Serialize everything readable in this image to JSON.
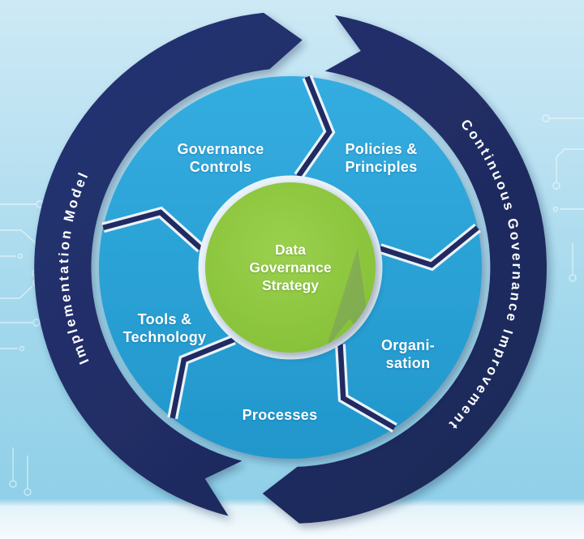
{
  "center_circle": {
    "label_lines": [
      "Data",
      "Governance",
      "Strategy"
    ]
  },
  "ring_segments": [
    {
      "id": "governance-controls",
      "label_lines": [
        "Governance",
        "Controls"
      ]
    },
    {
      "id": "policies-principles",
      "label_lines": [
        "Policies &",
        "Principles"
      ]
    },
    {
      "id": "organisation",
      "label_lines": [
        "Organi-",
        "sation"
      ]
    },
    {
      "id": "processes",
      "label_lines": [
        "Processes"
      ]
    },
    {
      "id": "tools-technology",
      "label_lines": [
        "Tools &",
        "Technology"
      ]
    }
  ],
  "outer_ring": {
    "left_arc_label": "Implementation Model",
    "right_arc_label": "Continuous Governance Improvement"
  },
  "colors": {
    "navy": "#202c62",
    "ring_blue": "#2aa3da",
    "green": "#8dc63f",
    "halo_white": "#e8f2f8",
    "background_light": "#cde9f5",
    "background_deep": "#90d0e8",
    "label_white": "#ffffff"
  }
}
